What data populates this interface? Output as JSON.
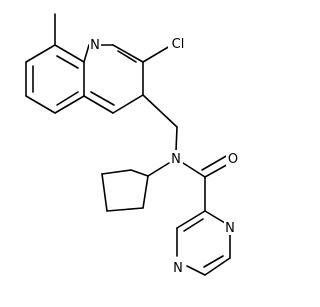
{
  "molecule": {
    "atoms": {
      "N_quinoline": "N",
      "Cl": "Cl",
      "N_amide": "N",
      "O_carbonyl": "O",
      "N_pyrazine_top": "N",
      "N_pyrazine_bottom": "N"
    }
  }
}
